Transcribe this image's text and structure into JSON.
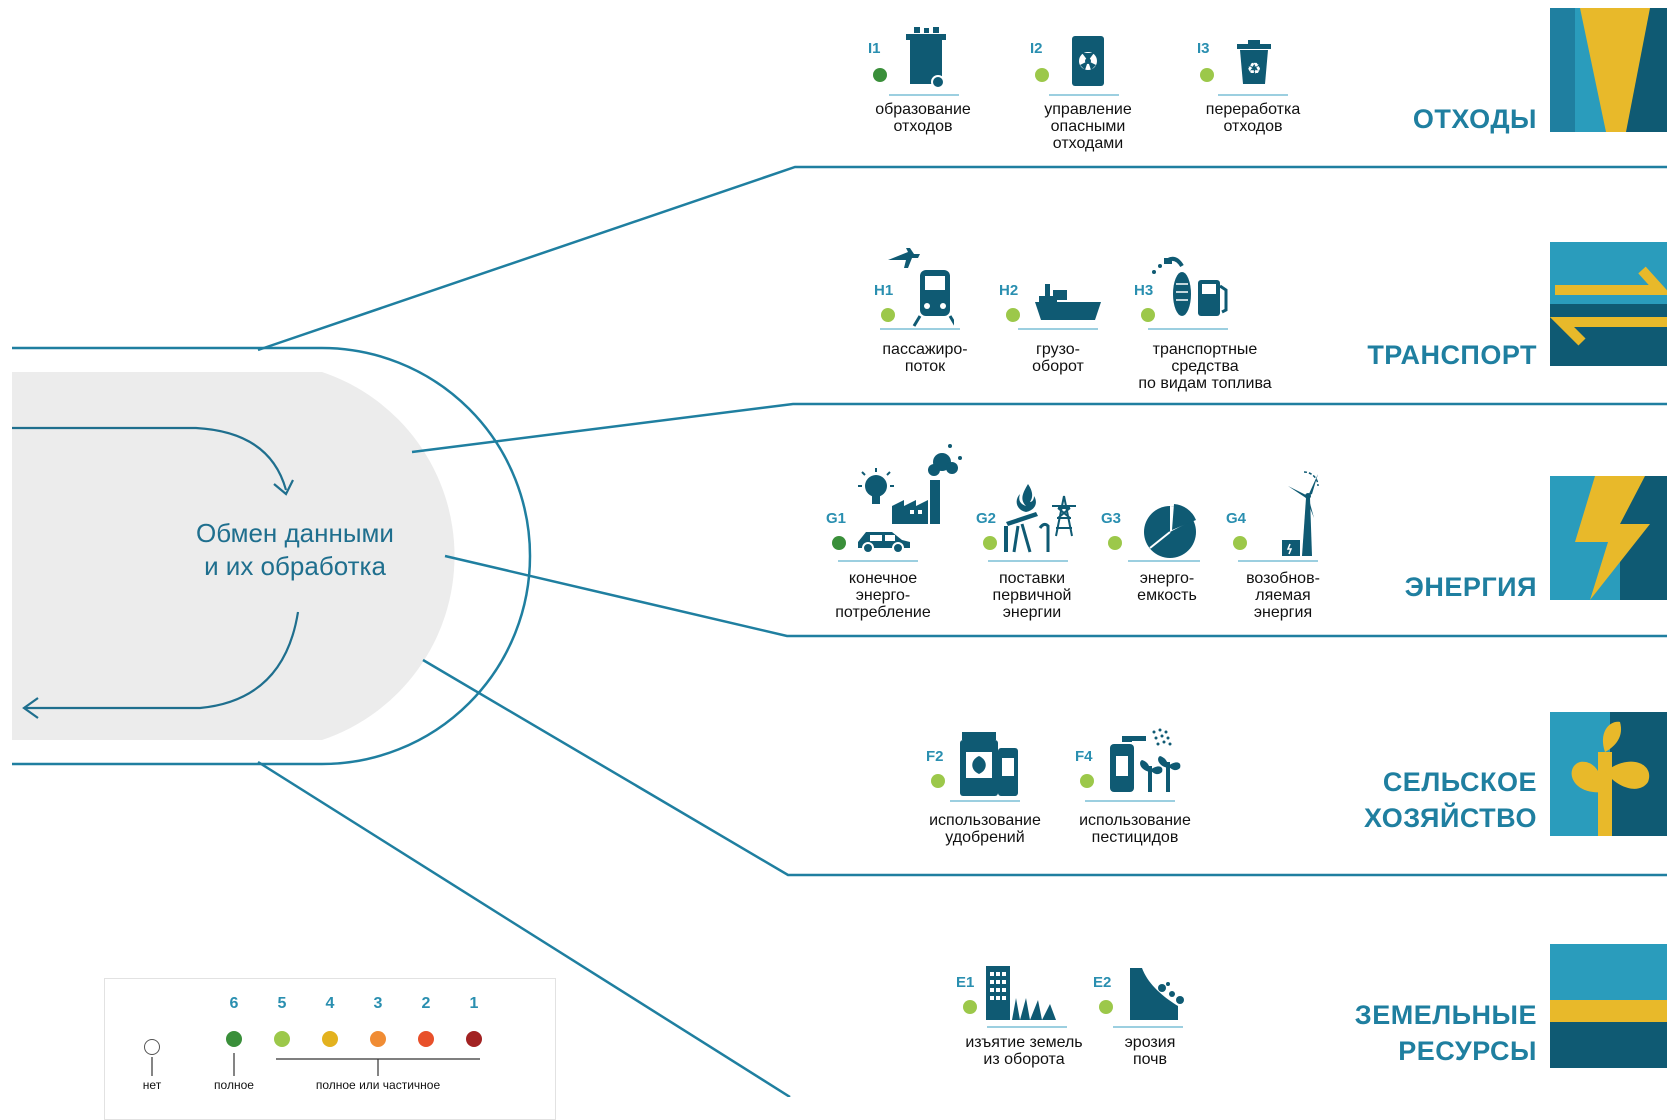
{
  "hub": {
    "line1": "Обмен данными",
    "line2": "и их обработка"
  },
  "colors": {
    "teal": "#1f7fa0",
    "dark_teal": "#0f5a73",
    "light_teal": "#2a9cbc",
    "yellow": "#e8b92a",
    "green_dark": "#3a8f3a",
    "green_light": "#9cc84a",
    "gold": "#e3b21f",
    "orange": "#f08c34",
    "red": "#e8502a",
    "dark_red": "#a22222",
    "hub_gray": "#ececec"
  },
  "sectors": [
    {
      "lines": [
        "ОТХОДЫ"
      ]
    },
    {
      "lines": [
        "ТРАНСПОРТ"
      ]
    },
    {
      "lines": [
        "ЭНЕРГИЯ"
      ]
    },
    {
      "lines": [
        "СЕЛЬСКОЕ",
        "ХОЗЯЙСТВО"
      ]
    },
    {
      "lines": [
        "ЗЕМЕЛЬНЫЕ",
        "РЕСУРСЫ"
      ]
    }
  ],
  "indicators": {
    "i1": {
      "code": "I1",
      "icon": "trash-bin-icon",
      "label": [
        "образование",
        "отходов"
      ]
    },
    "i2": {
      "code": "I2",
      "icon": "hazardous-barrel-icon",
      "label": [
        "управление",
        "опасными",
        "отходами"
      ]
    },
    "i3": {
      "code": "I3",
      "icon": "recycle-bin-icon",
      "label": [
        "переработка",
        "отходов"
      ]
    },
    "h1": {
      "code": "H1",
      "icon": "train-plane-icon",
      "label": [
        "пассажиро-",
        "поток"
      ]
    },
    "h2": {
      "code": "H2",
      "icon": "cargo-ship-icon",
      "label": [
        "грузо-",
        "оборот"
      ]
    },
    "h3": {
      "code": "H3",
      "icon": "fuel-pump-icon",
      "label": [
        "транспортные",
        "средства",
        "по видам топлива"
      ]
    },
    "g1": {
      "code": "G1",
      "icon": "factory-car-bulb-icon",
      "label": [
        "конечное",
        "энерго-",
        "потребление"
      ]
    },
    "g2": {
      "code": "G2",
      "icon": "oil-pump-pylon-icon",
      "label": [
        "поставки",
        "первичной",
        "энергии"
      ]
    },
    "g3": {
      "code": "G3",
      "icon": "pie-chart-icon",
      "label": [
        "энерго-",
        "емкость"
      ]
    },
    "g4": {
      "code": "G4",
      "icon": "wind-turbine-icon",
      "label": [
        "возобнов-",
        "ляемая",
        "энергия"
      ]
    },
    "f2": {
      "code": "F2",
      "icon": "fertilizer-bags-icon",
      "label": [
        "использование",
        "удобрений"
      ]
    },
    "f4": {
      "code": "F4",
      "icon": "pesticide-sprayer-icon",
      "label": [
        "использование",
        "пестицидов"
      ]
    },
    "e1": {
      "code": "E1",
      "icon": "building-field-icon",
      "label": [
        "изъятие земель",
        "из оборота"
      ]
    },
    "e2": {
      "code": "E2",
      "icon": "soil-erosion-icon",
      "label": [
        "эрозия",
        "почв"
      ]
    }
  },
  "legend": {
    "numbers": [
      "6",
      "5",
      "4",
      "3",
      "2",
      "1"
    ],
    "labels": {
      "none": "нет",
      "full": "полное",
      "partial": "полное или частичное"
    }
  }
}
